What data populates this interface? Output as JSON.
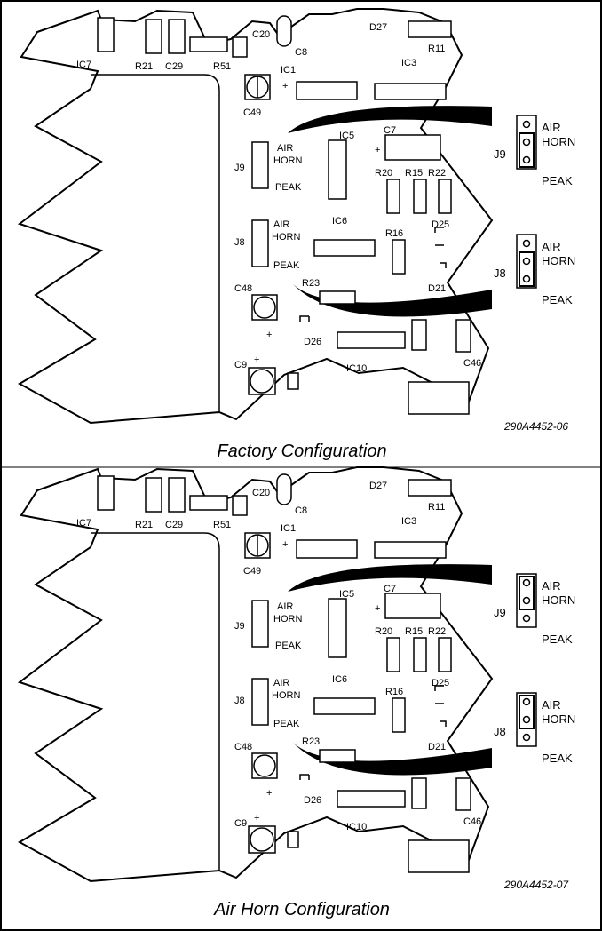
{
  "panels": [
    {
      "id": "factory",
      "caption": "Factory Configuration",
      "figure_number": "290A4452-06",
      "jumper_setting": "PEAK"
    },
    {
      "id": "air_horn",
      "caption": "Air Horn Configuration",
      "figure_number": "290A4452-07",
      "jumper_setting": "AIR HORN"
    }
  ],
  "board_labels": {
    "IC7": "IC7",
    "R21": "R21",
    "C29": "C29",
    "R51": "R51",
    "C20": "C20",
    "C8": "C8",
    "D27": "D27",
    "R11": "R11",
    "IC1": "IC1",
    "IC3": "IC3",
    "C49": "C49",
    "IC5": "IC5",
    "C7": "C7",
    "R20": "R20",
    "R15": "R15",
    "R22": "R22",
    "IC6": "IC6",
    "D25": "D25",
    "R16": "R16",
    "D21": "D21",
    "C48": "C48",
    "R23": "R23",
    "D26": "D26",
    "C9": "C9",
    "IC10": "IC10",
    "C46": "C46",
    "J9": "J9",
    "J8": "J8",
    "air": "AIR",
    "horn": "HORN",
    "peak": "PEAK",
    "plus": "+"
  },
  "callouts": {
    "J9": {
      "label": "J9",
      "air": "AIR",
      "horn": "HORN",
      "peak": "PEAK"
    },
    "J8": {
      "label": "J8",
      "air": "AIR",
      "horn": "HORN",
      "peak": "PEAK"
    }
  }
}
